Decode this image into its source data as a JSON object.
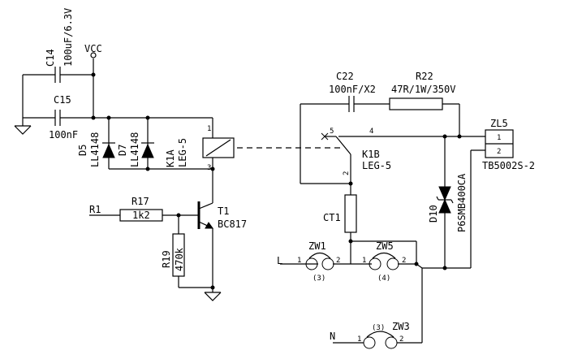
{
  "labels": {
    "vcc": "VCC",
    "c14_ref": "C14",
    "c14_val": "100uF/6.3V",
    "c15_ref": "C15",
    "c15_val": "100nF",
    "d5_ref": "D5",
    "d5_val": "LL4148",
    "d7_ref": "D7",
    "d7_val": "LL4148",
    "k1a_ref": "K1A",
    "k1a_val": "LEG-5",
    "k1a_pin1": "1",
    "k1a_pin3": "3",
    "r1": "R1",
    "r17_ref": "R17",
    "r17_val": "1k2",
    "r19_ref": "R19",
    "r19_val": "470k",
    "t1_ref": "T1",
    "t1_val": "BC817",
    "c22_ref": "C22",
    "c22_val": "100nF/X2",
    "r22_ref": "R22",
    "r22_val": "47R/1W/350V",
    "k1b_ref": "K1B",
    "k1b_val": "LEG-5",
    "k1b_pin5": "5",
    "k1b_pin4": "4",
    "k1b_pin2": "2",
    "ct1": "CT1",
    "zl5_ref": "ZL5",
    "zl5_val": "TB5002S-2",
    "zl5_pin1": "1",
    "zl5_pin2": "2",
    "d10_ref": "D10",
    "d10_val": "P6SMB400CA",
    "l": "L",
    "n": "N",
    "zw1_ref": "ZW1",
    "zw1_p1": "1",
    "zw1_p2": "2",
    "zw1_num": "(3)",
    "zw5_ref": "ZW5",
    "zw5_p1": "1",
    "zw5_p2": "2",
    "zw5_num": "(4)",
    "zw3_ref": "ZW3",
    "zw3_p1": "1",
    "zw3_p2": "2",
    "zw3_num": "(3)"
  }
}
